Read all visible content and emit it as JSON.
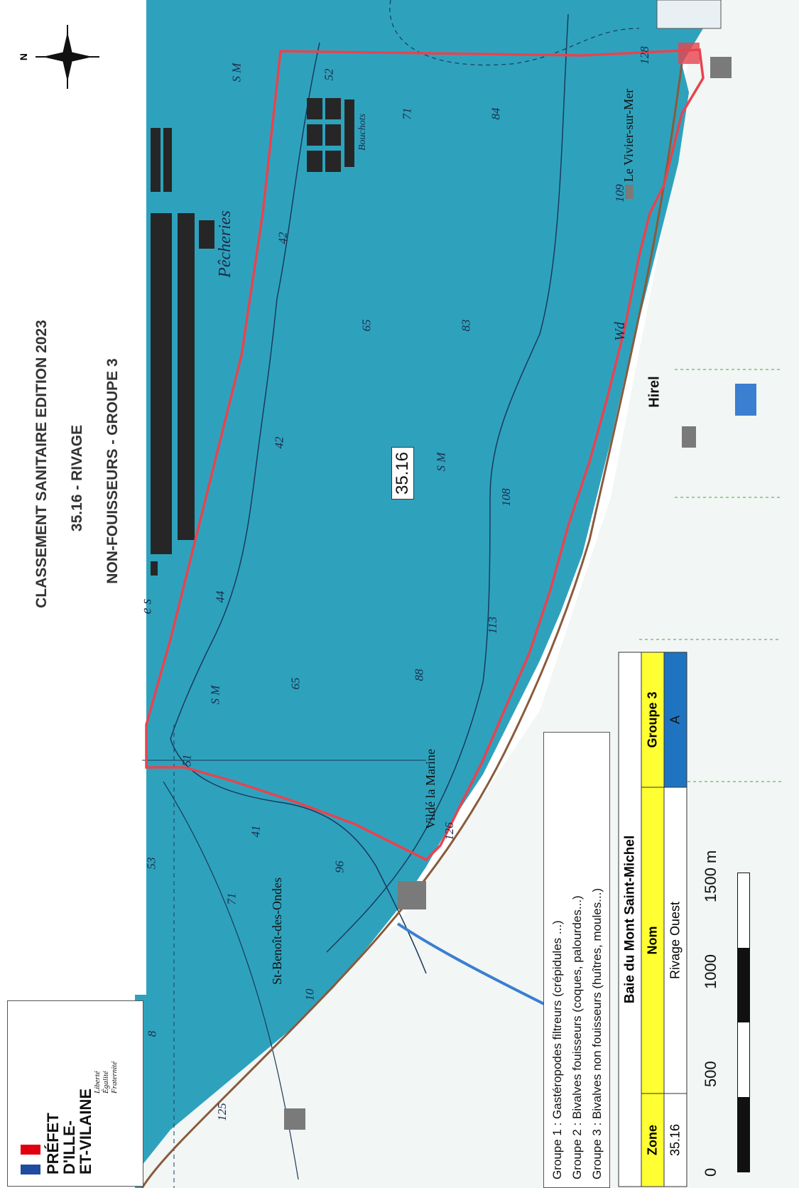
{
  "title": "CLASSEMENT SANITAIRE EDITION 2023",
  "subtitle": "35.16 - RIVAGE",
  "group_label": "NON-FOUISSEURS - GROUPE 3",
  "north_label": "N",
  "logo": {
    "prefet_line1": "PRÉFET",
    "prefet_line2": "D'ILLE-",
    "prefet_line3": "ET-VILAINE",
    "devise_1": "Liberté",
    "devise_2": "Égalité",
    "devise_3": "Fraternité"
  },
  "zone_tag": "35.16",
  "map_labels": {
    "pecheries": "Pêcheries",
    "bouchots": "Bouchots",
    "sm1": "S M",
    "sm2": "S M",
    "sm3": "S M",
    "wd": "Wd",
    "vivier": "Le Vivier-sur-Mer",
    "st_benoit": "St-Benoît-des-Ondes",
    "vilde": "Vildé la Marine",
    "hirel": "Hirel",
    "es": "e s"
  },
  "depths": [
    "52",
    "71",
    "84",
    "42",
    "65",
    "83",
    "42",
    "44",
    "108",
    "113",
    "88",
    "65",
    "51",
    "41",
    "96",
    "126",
    "71",
    "53",
    "10",
    "8",
    "125",
    "109",
    "128"
  ],
  "legend_groups": [
    "Groupe 1 : Gastéropodes filtreurs (crépidules ...)",
    "Groupe 2 : Bivalves fouisseurs (coques, palourdes...)",
    "Groupe 3 : Bivalves non fouisseurs (huîtres, moules...)"
  ],
  "zone_table": {
    "title": "Baie du Mont Saint-Michel",
    "headers": [
      "Zone",
      "Nom",
      "Groupe 3"
    ],
    "row": [
      "35.16",
      "Rivage Ouest",
      "A"
    ]
  },
  "scale": {
    "labels": [
      "0",
      "500",
      "1000",
      "1500 m"
    ]
  },
  "colors": {
    "sea": "#2ea2bd",
    "zone_border": "#e8434f",
    "land": "#f2f6f4",
    "grade_a": "#1f74c2",
    "header": "#ffff33"
  }
}
